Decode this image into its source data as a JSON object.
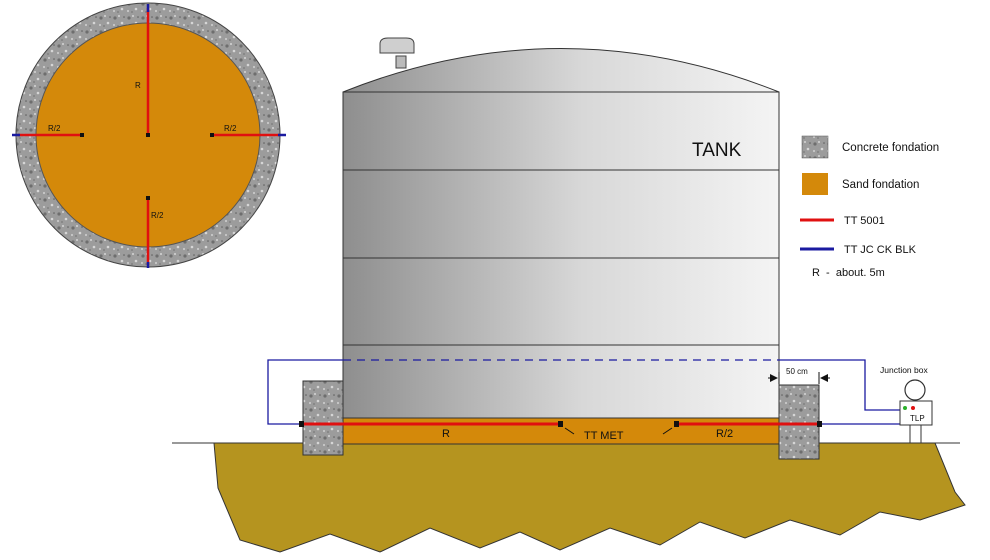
{
  "plan": {
    "label_r": "R",
    "label_left": "R/2",
    "label_right": "R/2",
    "label_bottom": "R/2"
  },
  "tank": {
    "label": "TANK"
  },
  "section": {
    "label_r": "R",
    "label_tt_met": "TT MET",
    "label_r2": "R/2",
    "dimension": "50 cm",
    "junction_box": "Junction box",
    "tlp": "TLP"
  },
  "legend": {
    "concrete": "Concrete fondation",
    "sand": "Sand fondation",
    "red_line": "TT 5001",
    "blue_line": "TT JC CK BLK",
    "r_note": "R  -  about. 5m"
  },
  "colors": {
    "sand": "#D4890A",
    "ground": "#B5941F",
    "concrete": "#9a9a9a",
    "red_cable": "#e01010",
    "blue_cable": "#1a1aa0",
    "tank_shade": "#8c8c8c",
    "tank_light": "#f2f2f2"
  }
}
